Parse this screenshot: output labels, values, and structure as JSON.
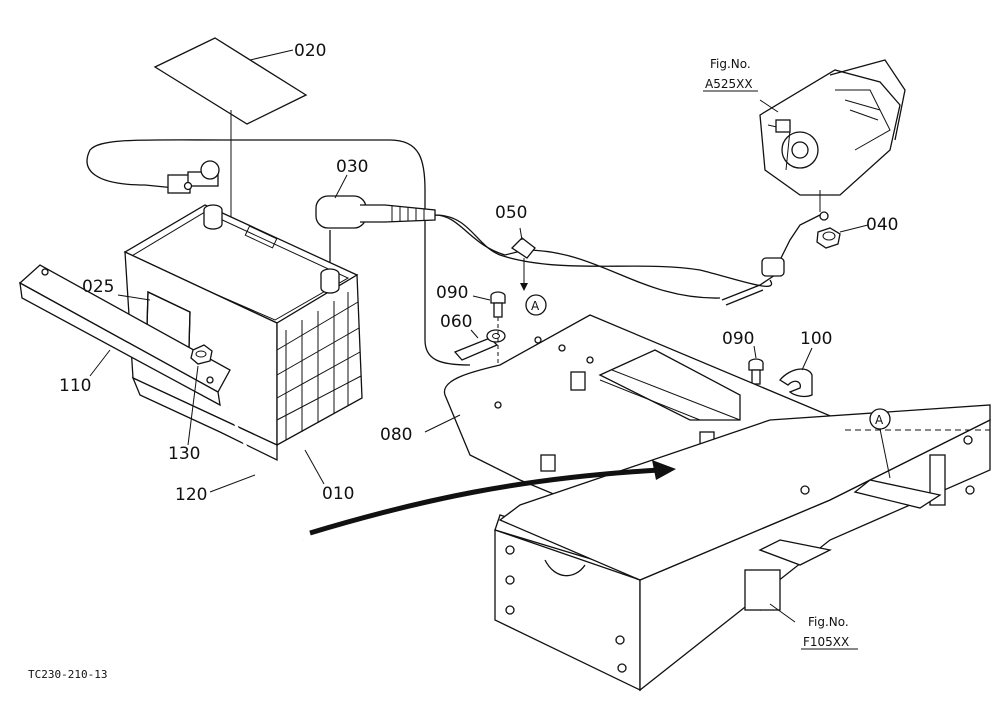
{
  "parts": {
    "p020": "020",
    "p025": "025",
    "p030": "030",
    "p040": "040",
    "p050": "050",
    "p060": "060",
    "p080": "080",
    "p090a": "090",
    "p090b": "090",
    "p100": "100",
    "p110": "110",
    "p120": "120",
    "p130": "130",
    "p010": "010"
  },
  "refs": {
    "figA525_line1": "Fig.No.",
    "figA525_line2": "A525XX",
    "figF105_line1": "Fig.No.",
    "figF105_line2": "F105XX"
  },
  "markers": {
    "a1": "A",
    "a2": "A"
  },
  "drawing_code": "TC230-210-13"
}
